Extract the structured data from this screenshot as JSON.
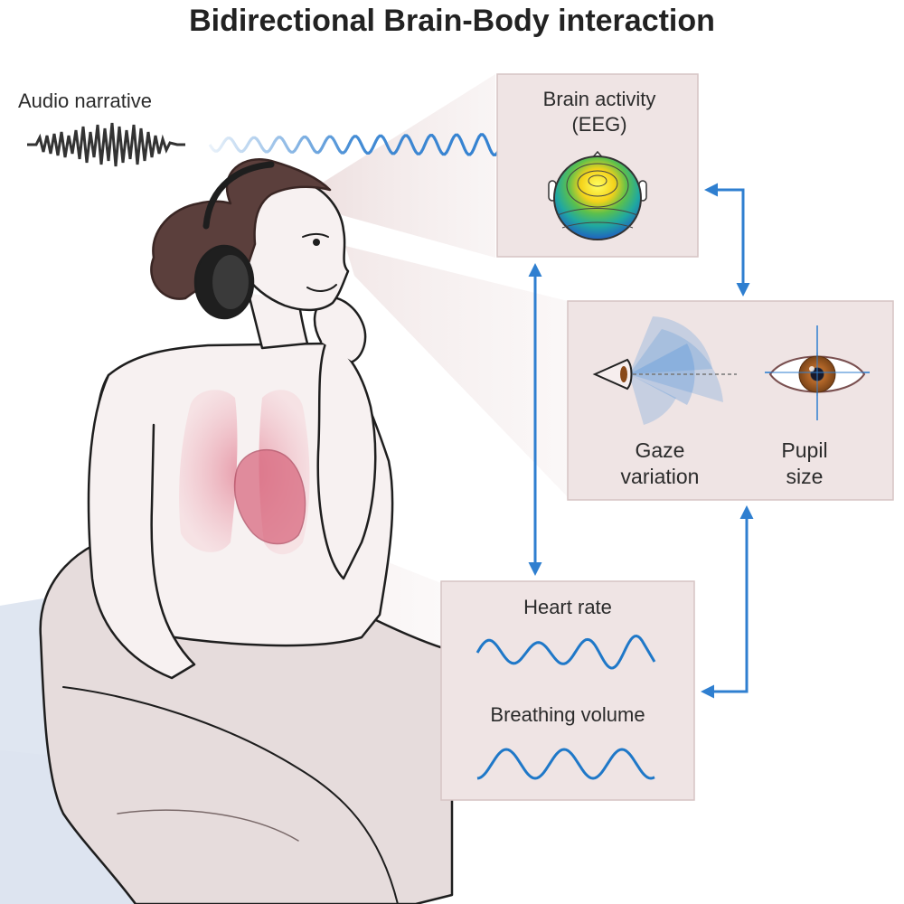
{
  "title": "Bidirectional Brain-Body interaction",
  "audio": {
    "label": "Audio narrative"
  },
  "panels": {
    "brain": {
      "label_line1": "Brain activity",
      "label_line2": "(EEG)"
    },
    "eyes": {
      "gaze_line1": "Gaze",
      "gaze_line2": "variation",
      "pupil_line1": "Pupil",
      "pupil_line2": "size"
    },
    "body": {
      "heart_label": "Heart rate",
      "breath_label": "Breathing volume"
    }
  },
  "colors": {
    "arrow": "#2f7fd0",
    "panel_fill": "#efe4e4",
    "panel_stroke": "#d6c4c4",
    "skin": "#f7f1f1",
    "pants": "#e6dcdc",
    "hair": "#5b3f3c",
    "organs": "#e48a9a",
    "signal": "#1f78c8"
  },
  "icons": [
    "sound-wave-icon",
    "eeg-head-map-icon",
    "eye-side-icon",
    "eye-front-icon",
    "heart-icon",
    "lungs-icon",
    "headphones-icon"
  ]
}
